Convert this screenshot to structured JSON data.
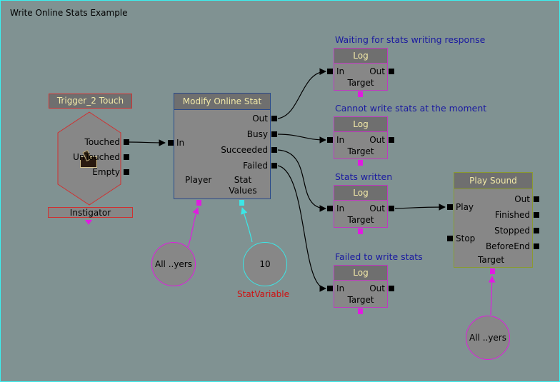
{
  "window_title": "Write Online Stats Example",
  "trigger": {
    "title": "Trigger_2 Touch",
    "outputs": [
      "Touched",
      "UnTouched",
      "Empty"
    ],
    "var_label": "Instigator",
    "icon": "hand-icon"
  },
  "modify": {
    "title": "Modify Online Stat",
    "input": "In",
    "outputs": [
      "Out",
      "Busy",
      "Succeeded",
      "Failed"
    ],
    "vars": [
      "Player",
      "Stat Values"
    ]
  },
  "logs": [
    {
      "comment": "Waiting for stats writing response",
      "title": "Log",
      "in": "In",
      "out": "Out",
      "target": "Target"
    },
    {
      "comment": "Cannot write stats at the moment",
      "title": "Log",
      "in": "In",
      "out": "Out",
      "target": "Target"
    },
    {
      "comment": "Stats written",
      "title": "Log",
      "in": "In",
      "out": "Out",
      "target": "Target"
    },
    {
      "comment": "Failed to write stats",
      "title": "Log",
      "in": "In",
      "out": "Out",
      "target": "Target"
    }
  ],
  "play_sound": {
    "title": "Play Sound",
    "inputs": [
      "Play",
      "Stop"
    ],
    "outputs": [
      "Out",
      "Finished",
      "Stopped",
      "BeforeEnd"
    ],
    "target": "Target"
  },
  "variables": {
    "all_players_1": "All ..yers",
    "stat_value": "10",
    "stat_label": "StatVariable",
    "all_players_2": "All ..yers"
  },
  "colors": {
    "background": "#809292",
    "node_fill": "#878787",
    "header_fill": "#6f6f6f",
    "trigger_border": "#d03030",
    "modify_border": "#2a4a8a",
    "log_border": "#c038c0",
    "sound_border": "#8a9a30",
    "comment_text": "#1a1aa0",
    "player_var": "#e01ce0",
    "int_var": "#3ce6e6"
  }
}
